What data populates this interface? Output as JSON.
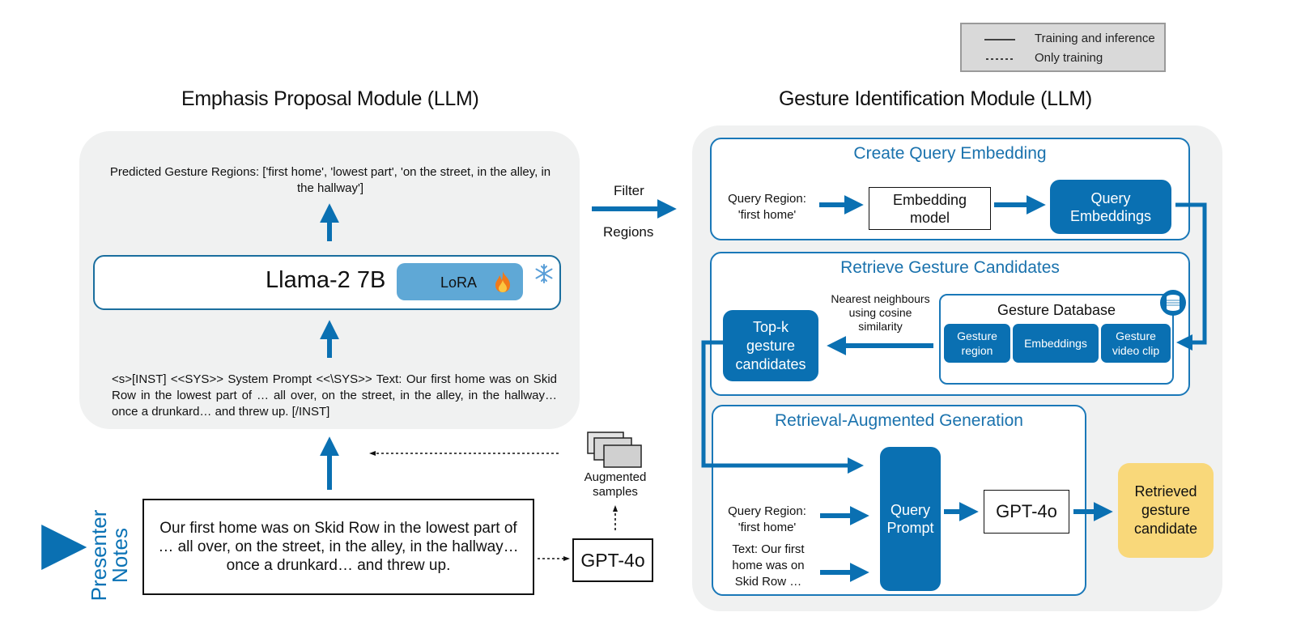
{
  "legend": {
    "items": [
      {
        "line_style": "solid",
        "label": "Training and inference"
      },
      {
        "line_style": "dotted",
        "label": "Only training"
      }
    ]
  },
  "left_module": {
    "title": "Emphasis Proposal Module (LLM)",
    "output_text": "Predicted Gesture Regions: ['first home', 'lowest part', 'on the street, in the alley, in the hallway']",
    "model_name": "Llama-2 7B",
    "adapter_label": "LoRA",
    "adapter_icon": "fire-icon",
    "frozen_icon": "snowflake-icon",
    "prompt_text": "<s>[INST] <<SYS>> System Prompt <<\\SYS>> Text: Our first home was on Skid Row in the lowest part of … all over, on the street, in the alley, in the hallway… once a drunkard… and threw up. [/INST]"
  },
  "input": {
    "side_label_line1": "Presenter",
    "side_label_line2": "Notes",
    "notes_text": "Our first home was on Skid Row in the lowest part of … all over, on the street, in the alley, in the hallway… once a drunkard… and threw up.",
    "augmenter_label": "GPT-4o",
    "augmented_label": "Augmented samples",
    "augmented_icon": "stacked-documents-icon"
  },
  "connector": {
    "label_top": "Filter",
    "label_bottom": "Regions"
  },
  "right_module": {
    "title": "Gesture Identification Module (LLM)",
    "create_query": {
      "title": "Create Query Embedding",
      "query_region_line1": "Query Region:",
      "query_region_line2": "'first home'",
      "embedding_model_line1": "Embedding",
      "embedding_model_line2": "model",
      "query_embeddings_line1": "Query",
      "query_embeddings_line2": "Embeddings"
    },
    "retrieve": {
      "title": "Retrieve Gesture Candidates",
      "nn_note_line1": "Nearest neighbours",
      "nn_note_line2": "using cosine",
      "nn_note_line3": "similarity",
      "topk_line1": "Top-k",
      "topk_line2": "gesture",
      "topk_line3": "candidates",
      "database_title": "Gesture Database",
      "database_icon": "database-icon",
      "database_fields": [
        {
          "line1": "Gesture",
          "line2": "region"
        },
        {
          "line1": "Embeddings",
          "line2": ""
        },
        {
          "line1": "Gesture",
          "line2": "video clip"
        }
      ]
    },
    "rag": {
      "title": "Retrieval-Augmented Generation",
      "query_region_line1": "Query Region:",
      "query_region_line2": "'first home'",
      "text_line1": "Text: Our first",
      "text_line2": "home was on",
      "text_line3": "Skid Row …",
      "query_prompt_line1": "Query",
      "query_prompt_line2": "Prompt",
      "llm_label": "GPT-4o"
    },
    "output_line1": "Retrieved",
    "output_line2": "gesture",
    "output_line3": "candidate"
  },
  "colors": {
    "accent_blue": "#0a70b2",
    "panel_gray": "#f0f1f1",
    "lora_blue": "#5fa8d6",
    "output_yellow": "#f9d87a"
  }
}
